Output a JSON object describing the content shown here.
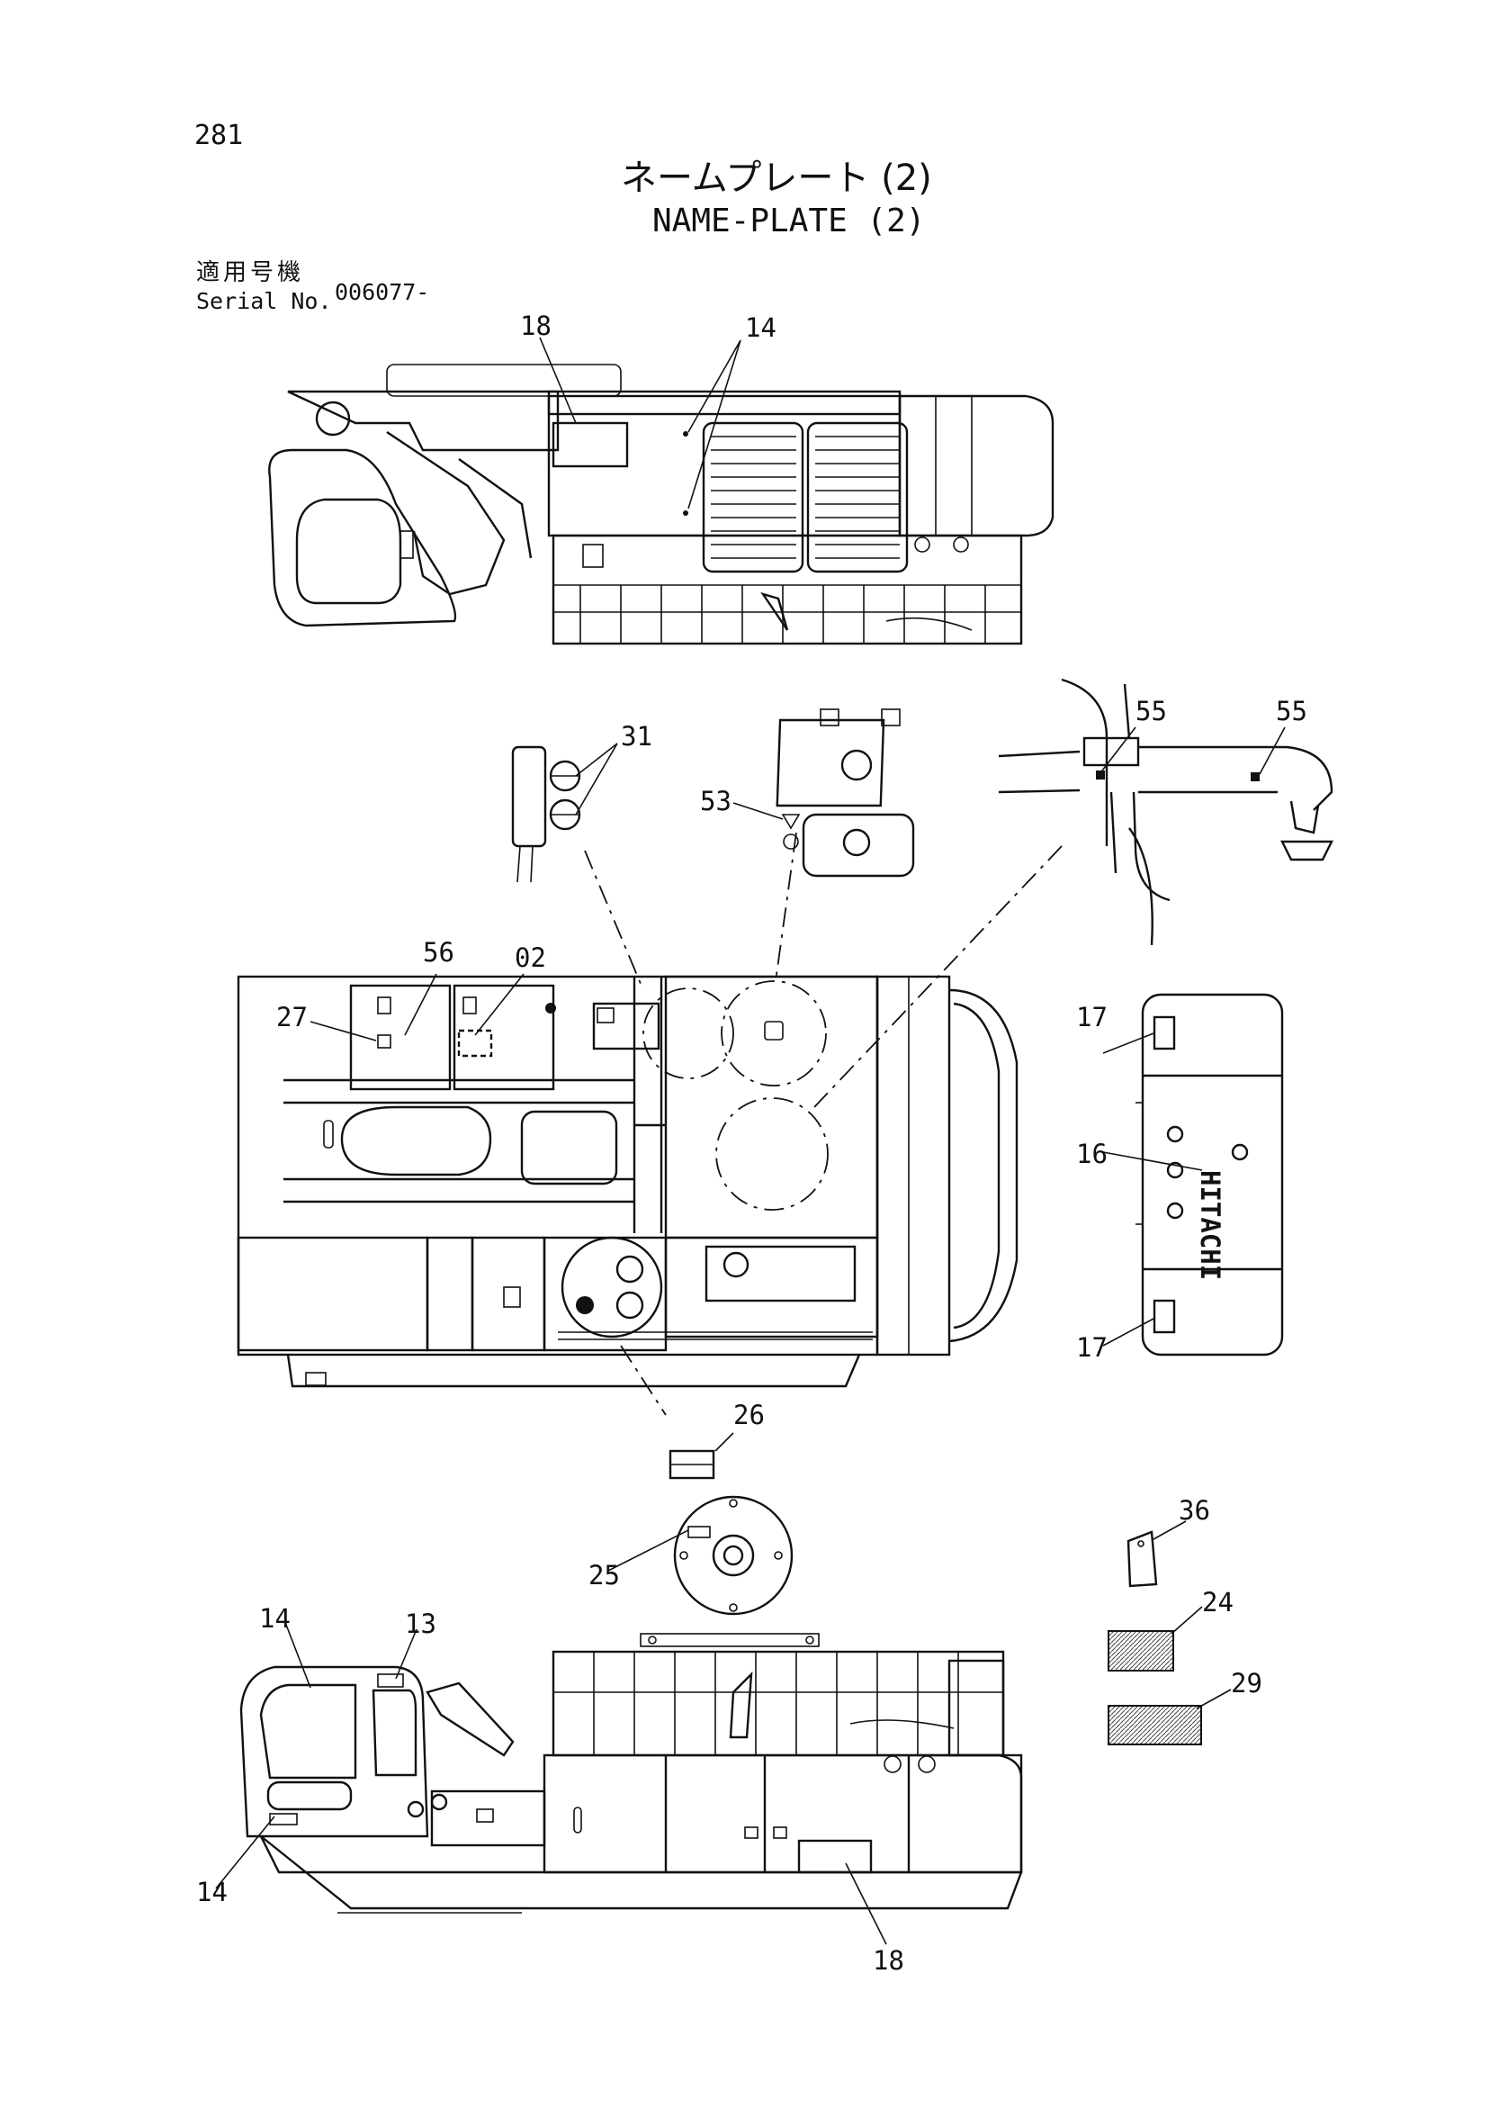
{
  "page": {
    "number": "281",
    "title_jp": "ネームプレート (2)",
    "title_en": "NAME-PLATE (2)",
    "serial_label_jp": "適用号機",
    "serial_label_en": "Serial No.",
    "serial_value": "006077-"
  },
  "brand_text": "HITACHI",
  "callouts": {
    "c18_top": "18",
    "c14_top": "14",
    "c31": "31",
    "c53": "53",
    "c55_left": "55",
    "c55_right": "55",
    "c56": "56",
    "c02": "02",
    "c27": "27",
    "c17_top": "17",
    "c16": "16",
    "c17_bottom": "17",
    "c26": "26",
    "c25": "25",
    "c36": "36",
    "c24": "24",
    "c29": "29",
    "c14_left_top": "14",
    "c13": "13",
    "c14_left_bottom": "14",
    "c18_bottom": "18"
  },
  "colors": {
    "line": "#111111",
    "paper": "#ffffff"
  }
}
